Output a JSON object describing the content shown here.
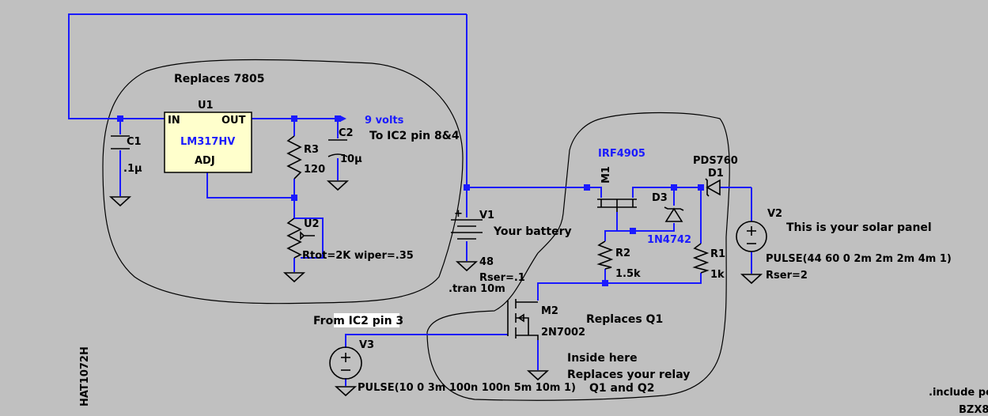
{
  "colors": {
    "background": "#c0c0c0",
    "wire": "#1a1aff",
    "component": "#000000",
    "ic_fill": "#ffffcc",
    "label_blue": "#1a1aff"
  },
  "annotations": {
    "replaces_7805": "Replaces 7805",
    "to_ic2": "To IC2 pin 8&4",
    "your_battery": "Your battery",
    "solar_panel": "This is your solar panel",
    "from_ic2": "From IC2 pin 3",
    "replaces_q1": "Replaces Q1",
    "inside_here": "Inside here",
    "replaces_relay": "Replaces your relay",
    "q1_q2": "Q1 and Q2"
  },
  "net_labels": {
    "nine_volts": "9 volts"
  },
  "components": {
    "u1": {
      "ref": "U1",
      "part": "LM317HV",
      "pin_in": "IN",
      "pin_out": "OUT",
      "pin_adj": "ADJ"
    },
    "c1": {
      "ref": "C1",
      "value": ".1µ"
    },
    "c2": {
      "ref": "C2",
      "value": "10µ"
    },
    "r3": {
      "ref": "R3",
      "value": "120"
    },
    "u2": {
      "ref": "U2",
      "value": "Rtot=2K wiper=.35"
    },
    "v1": {
      "ref": "V1",
      "value": "48",
      "rser": "Rser=.1"
    },
    "m1": {
      "ref": "M1",
      "part": "IRF4905"
    },
    "d1": {
      "ref": "D1",
      "part": "PDS760"
    },
    "d3": {
      "ref": "D3",
      "part": "1N4742"
    },
    "r1": {
      "ref": "R1",
      "value": "1k"
    },
    "r2": {
      "ref": "R2",
      "value": "1.5k"
    },
    "m2": {
      "ref": "M2",
      "part": "2N7002"
    },
    "v2": {
      "ref": "V2",
      "value": "PULSE(44 60 0 2m 2m 2m 4m 1)",
      "rser": "Rser=2"
    },
    "v3": {
      "ref": "V3",
      "value": "PULSE(10 0 3m 100n 100n 5m 10m 1)"
    }
  },
  "directives": {
    "tran": ".tran 10m",
    "include": ".include pc",
    "side_text": "HAT1072H",
    "bottom_text": "BZX8"
  }
}
